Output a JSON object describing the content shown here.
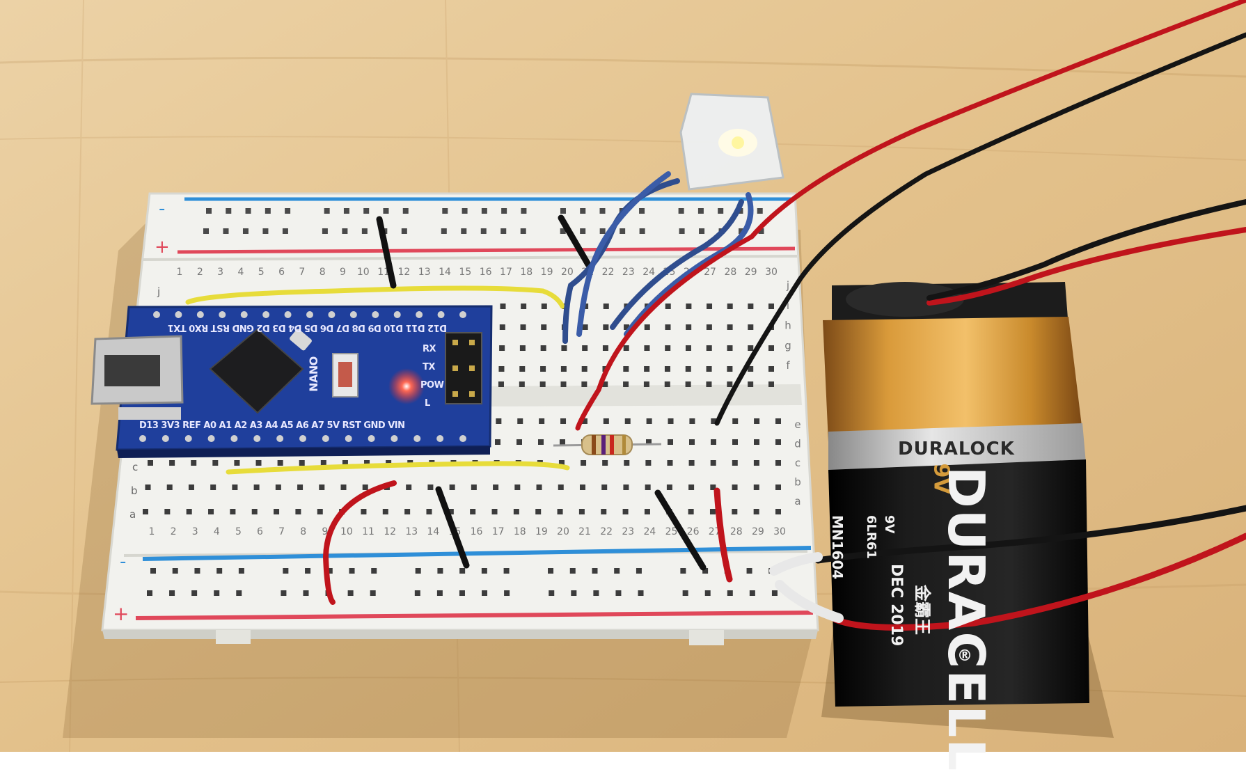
{
  "breadboard": {
    "top_rail_minus": "-",
    "top_rail_plus": "+",
    "bottom_rail_minus": "-",
    "bottom_rail_plus": "+",
    "top_numbers": [
      "1",
      "2",
      "3",
      "4",
      "5",
      "6",
      "7",
      "8",
      "9",
      "10",
      "11",
      "12",
      "13",
      "14",
      "15",
      "16",
      "17",
      "18",
      "19",
      "20",
      "21",
      "22",
      "23",
      "24",
      "25",
      "26",
      "27",
      "28",
      "29",
      "30"
    ],
    "bottom_numbers": [
      "1",
      "2",
      "3",
      "4",
      "5",
      "6",
      "7",
      "8",
      "9",
      "10",
      "11",
      "12",
      "13",
      "14",
      "15",
      "16",
      "17",
      "18",
      "19",
      "20",
      "21",
      "22",
      "23",
      "24",
      "25",
      "26",
      "27",
      "28",
      "29",
      "30"
    ],
    "right_letters_top": [
      "j",
      "i",
      "h",
      "g",
      "f"
    ],
    "right_letters_bottom": [
      "e",
      "d",
      "c",
      "b",
      "a"
    ],
    "left_letters": [
      "j",
      "c",
      "b",
      "a"
    ]
  },
  "nano": {
    "top_pins": "D12 D11 D10 D9 D8 D7 D6 D5 D4 D3 D2 GND RST RX0 TX1",
    "bottom_pins": "D13 3V3 REF A0 A1 A2 A3 A4 A5 A6 A7 5V RST GND VIN",
    "model": "NANO",
    "led_rx": "RX",
    "led_tx": "TX",
    "led_pow": "POW",
    "led_l": "L",
    "power_led_color": "#ff2a1a"
  },
  "battery": {
    "series": "DURALOCK",
    "brand": "DURACELL",
    "registered": "®",
    "voltage": "9V",
    "model": "MN1604",
    "iec": "6LR61",
    "volts_small": "9V",
    "expiry": "DEC 2019",
    "chinese": "金霸王"
  },
  "colors": {
    "table": "#e3c28e",
    "board": "#f1f1ec",
    "rail_blue": "#2f8fd8",
    "rail_red": "#e0485a",
    "pcb": "#1f3f9c",
    "battery_gold": "#d59b3b",
    "battery_black": "#141414",
    "wire_red": "#c0141c",
    "wire_black": "#141414",
    "wire_yellow": "#e7dc3a",
    "wire_blue": "#2f4d8e"
  }
}
